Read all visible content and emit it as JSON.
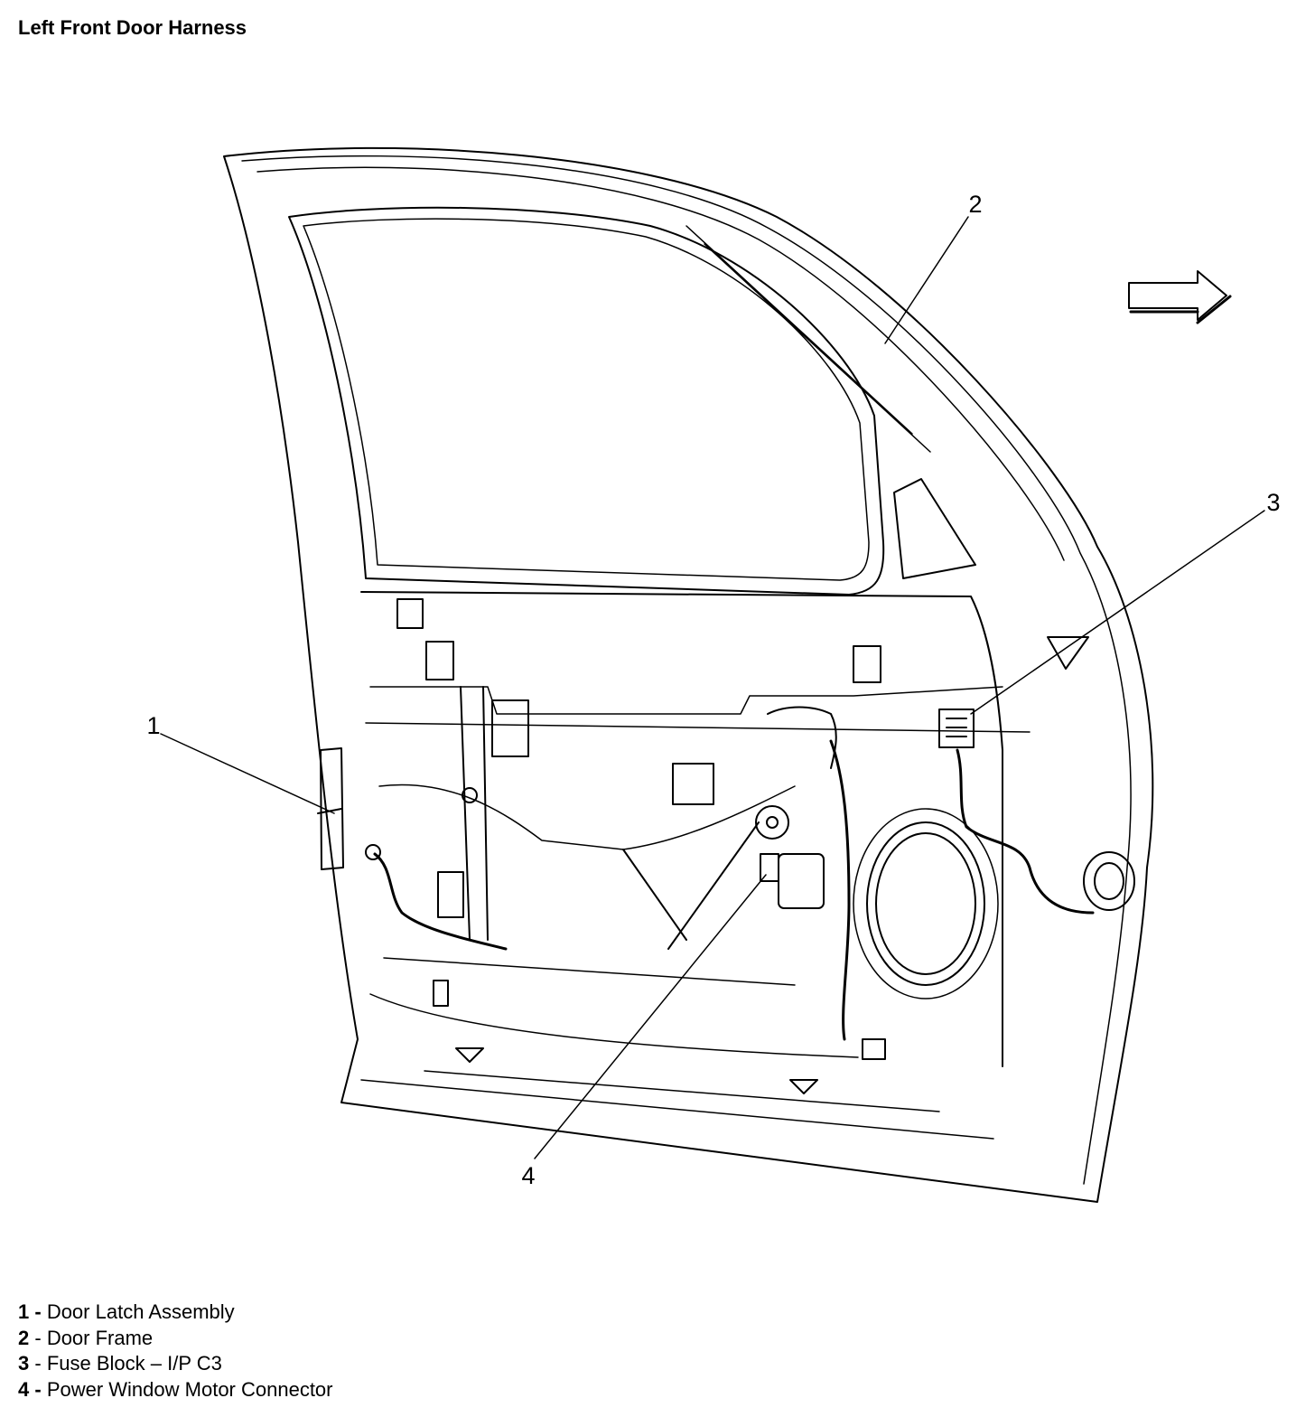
{
  "title": "Left Front Door Harness",
  "callouts": [
    "1",
    "2",
    "3",
    "4"
  ],
  "legend": [
    {
      "num": "1",
      "sep": " - ",
      "label": "Door Latch Assembly"
    },
    {
      "num": "2",
      "sep": " - ",
      "label": "Door Frame"
    },
    {
      "num": "3",
      "sep": " - ",
      "label": "Fuse Block – I/P C3"
    },
    {
      "num": "4",
      "sep": " - ",
      "label": "Power Window Motor Connector"
    }
  ],
  "colors": {
    "ink": "#000000",
    "paper": "#ffffff"
  },
  "icons": {
    "direction": "arrow-right-icon"
  }
}
